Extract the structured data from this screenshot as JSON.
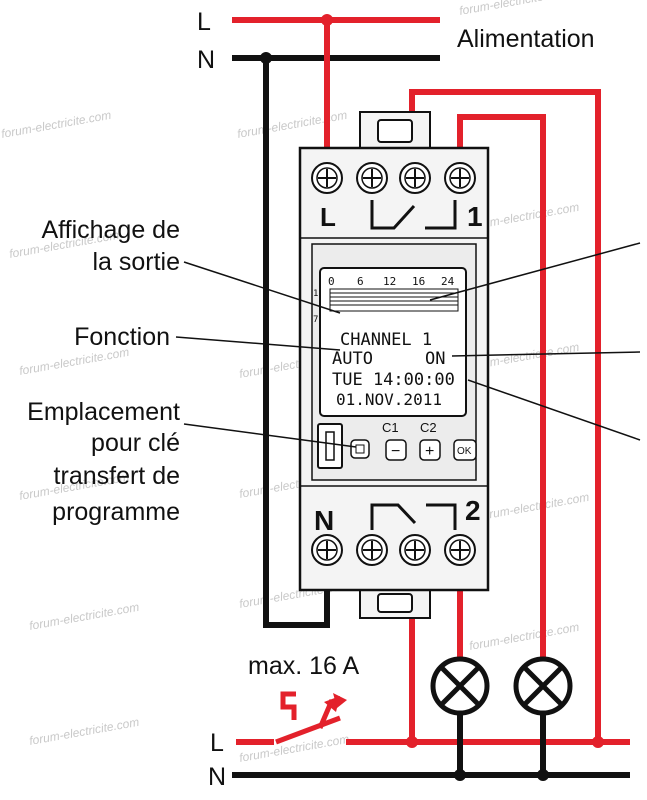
{
  "supply": {
    "line_label": "L",
    "neutral_label": "N",
    "title": "Alimentation"
  },
  "callouts": {
    "display_line1": "Affichage de",
    "display_line2": "la sortie",
    "function": "Fonction",
    "slot_line1": "Emplacement",
    "slot_line2": "pour clé",
    "slot_line3": "transfert de",
    "slot_line4": "programme"
  },
  "device": {
    "top_terminal_label_left": "L",
    "top_terminal_label_right": "1",
    "bottom_terminal_label_left": "N",
    "bottom_terminal_label_right": "2",
    "lcd": {
      "scale": [
        "0",
        "6",
        "12",
        "16",
        "24"
      ],
      "channel_line": "CHANNEL 1",
      "mode": "AUTO",
      "state": "ON",
      "time_line": "TUE 14:00:00",
      "date_line": "01.NOV.2011",
      "side_marks": [
        "1",
        "7"
      ]
    },
    "buttons": {
      "c1_label": "C1",
      "c2_label": "C2",
      "minus": "−",
      "plus": "+",
      "ok": "OK"
    }
  },
  "load": {
    "max_current": "max. 16 A",
    "line_label": "L",
    "neutral_label": "N"
  },
  "watermark": "forum-electricite.com",
  "colors": {
    "live": "#e3212b",
    "neutral": "#111111",
    "device": "#f4f4f4"
  }
}
